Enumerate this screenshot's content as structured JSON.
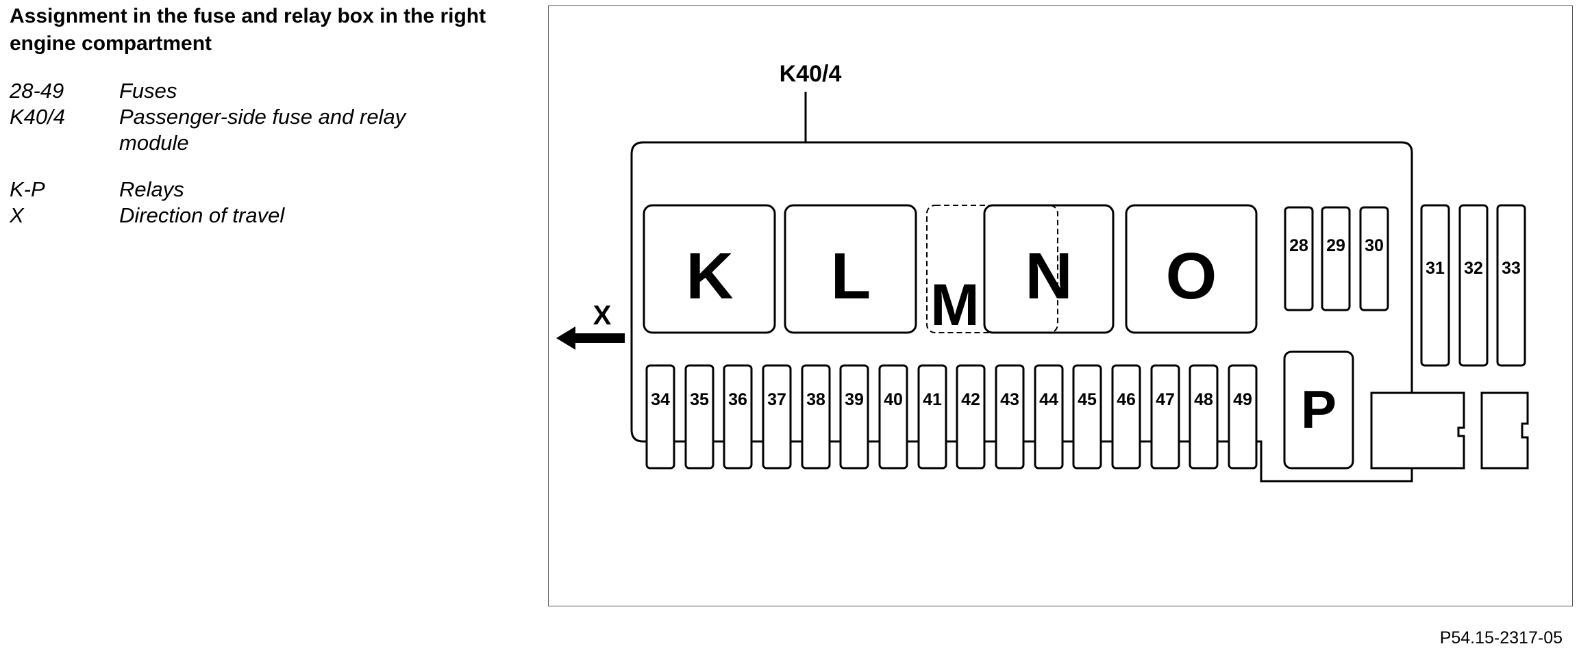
{
  "title": "Assignment in the fuse and relay box in the right engine compartment",
  "legend": [
    {
      "key": "28-49",
      "value": "Fuses"
    },
    {
      "key": "K40/4",
      "value": "Passenger-side fuse and relay module"
    },
    {
      "key": "K-P",
      "value": "Relays"
    },
    {
      "key": "X",
      "value": "Direction of travel"
    }
  ],
  "diagram": {
    "module_label": "K40/4",
    "direction_label": "X",
    "relays": [
      "K",
      "L",
      "M",
      "N",
      "O",
      "P"
    ],
    "fuses_top_short": [
      "28",
      "29",
      "30"
    ],
    "fuses_top_tall": [
      "31",
      "32",
      "33"
    ],
    "fuses_bottom": [
      "34",
      "35",
      "36",
      "37",
      "38",
      "39",
      "40",
      "41",
      "42",
      "43",
      "44",
      "45",
      "46",
      "47",
      "48",
      "49"
    ]
  },
  "figure_id": "P54.15-2317-05"
}
